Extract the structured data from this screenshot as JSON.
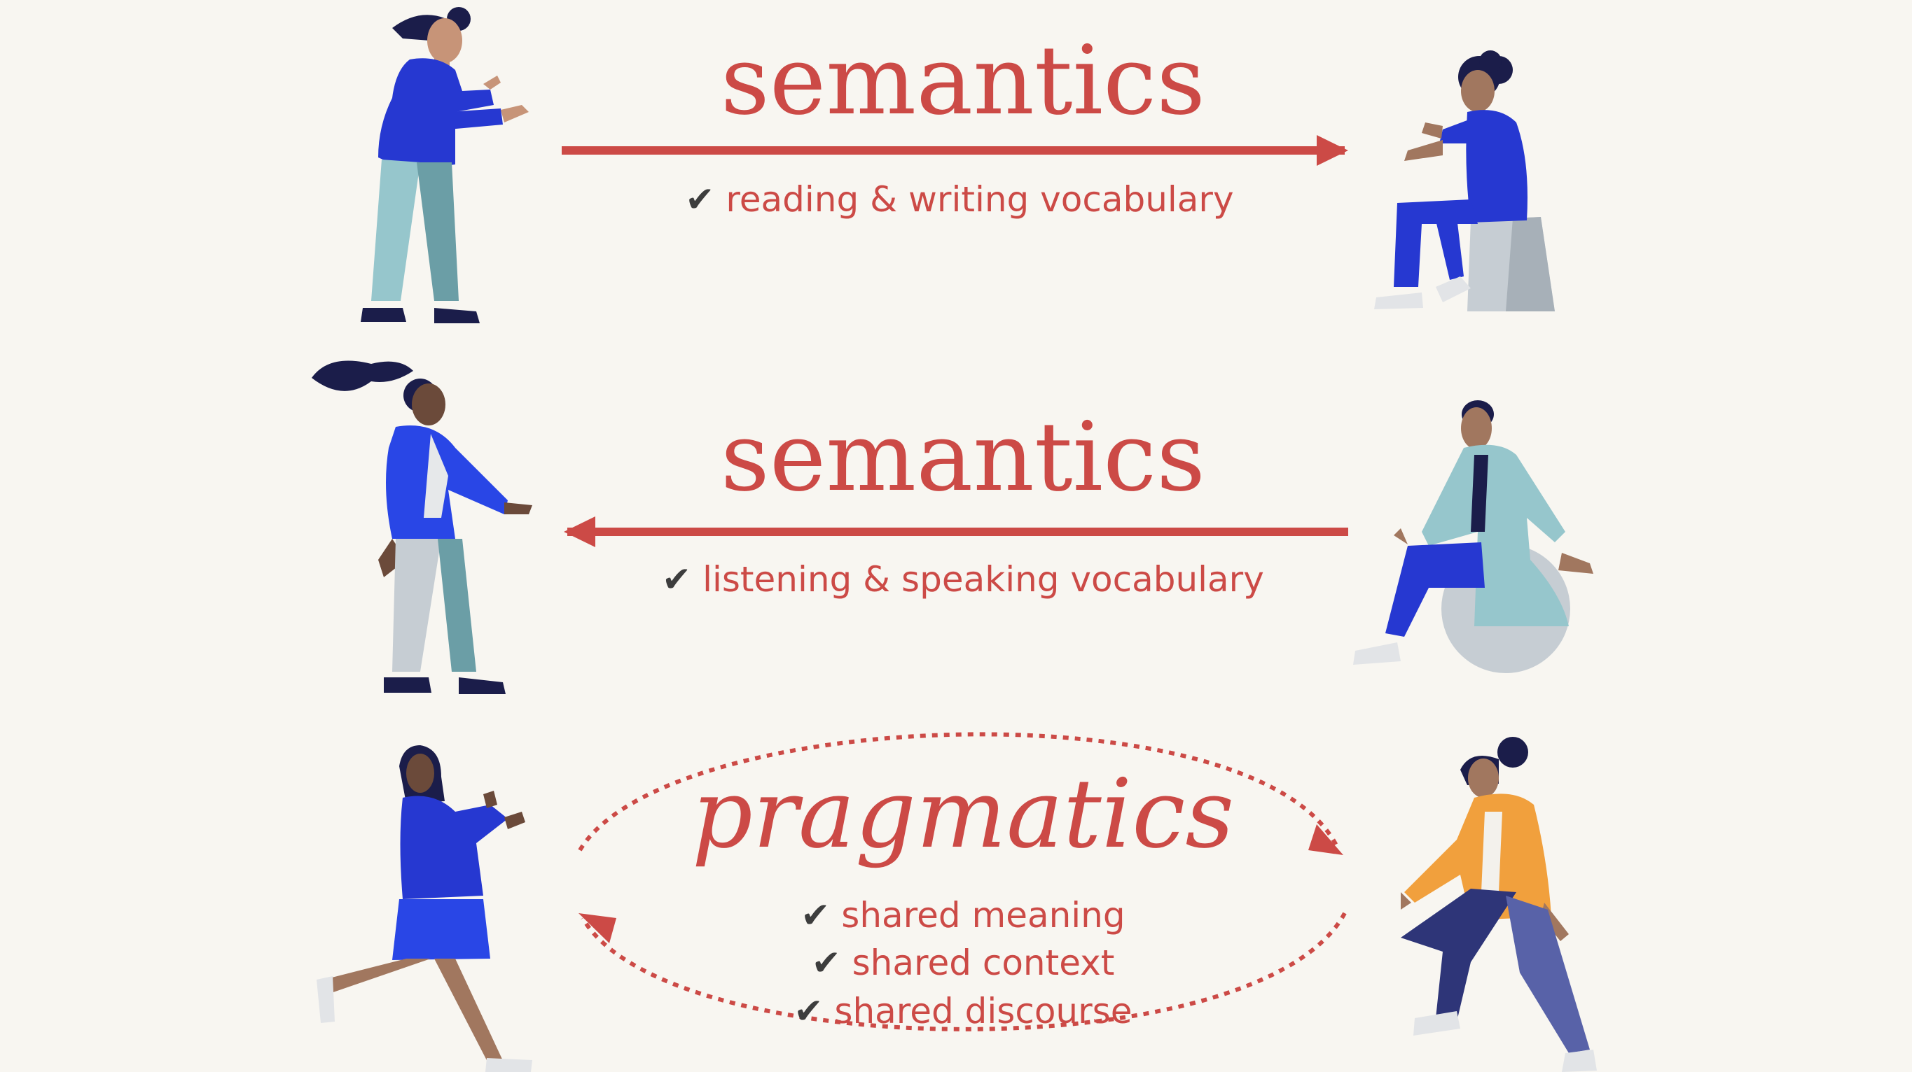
{
  "colors": {
    "background": "#f8f6f1",
    "accent_red": "#cc4a46",
    "figure_blue": "#2638d1",
    "figure_light_teal": "#96c6cc",
    "figure_orange": "#f1a03d",
    "check_color": "#3d3d3d"
  },
  "rows": [
    {
      "heading": "semantics",
      "arrow_direction": "right",
      "items": [
        {
          "check": "✔",
          "text": "reading & writing vocabulary"
        }
      ]
    },
    {
      "heading": "semantics",
      "arrow_direction": "left",
      "items": [
        {
          "check": "✔",
          "text": "listening & speaking vocabulary"
        }
      ]
    },
    {
      "heading": "pragmatics",
      "arrow_direction": "both-dotted-loop",
      "items": [
        {
          "check": "✔",
          "text": "shared meaning"
        },
        {
          "check": "✔",
          "text": "shared context"
        },
        {
          "check": "✔",
          "text": "shared discourse"
        }
      ]
    }
  ],
  "figures": [
    "woman-gesturing-figure",
    "man-sitting-on-block-figure",
    "woman-ponytail-walking-figure",
    "man-sitting-on-ball-figure",
    "woman-running-figure",
    "woman-orange-jacket-lunging-figure"
  ]
}
